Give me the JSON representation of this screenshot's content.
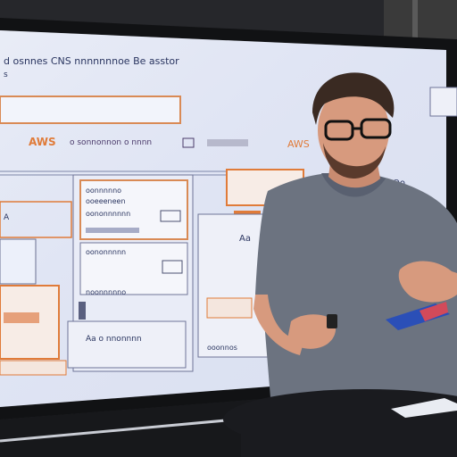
{
  "screen": {
    "heading": "d osnnes CNS nnnnnnnoe Be asstor",
    "left_label": "s",
    "aws_banner": "AWS",
    "banner_text": "o sonnonnon o nnnn",
    "banner_right": "AWS",
    "card_top_lines": [
      "oonnnnno",
      "ooeeeneen",
      "oononnnnnn"
    ],
    "card_mid_lines": [
      "oononnnnn",
      "noonnnnno"
    ],
    "card_bottom": "Aa o nnonnnn",
    "right_box_title": "Aa",
    "right_box_footer": "ooonnos",
    "far_right_label": "Oo",
    "corner_label": "A"
  },
  "colors": {
    "screen_bg": "#dfe4f3",
    "aws_orange": "#e07b39",
    "shirt": "#6c7380",
    "skin": "#d79a7e",
    "hair": "#3a2a22",
    "table": "#1a1b1f"
  }
}
